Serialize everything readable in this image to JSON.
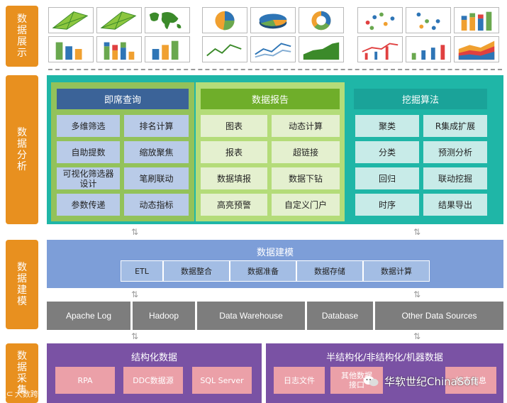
{
  "sections": {
    "display": "数据展示",
    "analysis": "数据分析",
    "modeling": "数据建模",
    "collection": "数据采集"
  },
  "display_thumbnails": [
    "radar-chart-icon",
    "radar-chart-icon",
    "world-map-icon",
    "pie-chart-icon",
    "pie-chart-3d-icon",
    "donut-chart-icon",
    "scatter-chart-icon",
    "bubble-chart-icon",
    "stacked-bar-3d-icon",
    "bar-chart-icon",
    "stacked-bar-chart-icon",
    "bar-3d-chart-icon",
    "line-chart-icon",
    "multi-line-chart-icon",
    "area-chart-icon",
    "line-bar-combo-icon",
    "dot-bar-combo-icon",
    "stacked-area-chart-icon"
  ],
  "query": {
    "title": "即席查询",
    "items": [
      "多维筛选",
      "排名计算",
      "自助提数",
      "缩放聚焦",
      "可视化筛选器设计",
      "笔刷联动",
      "参数传递",
      "动态指标"
    ]
  },
  "report": {
    "title": "数据报告",
    "items": [
      "图表",
      "动态计算",
      "报表",
      "超链接",
      "数据填报",
      "数据下钻",
      "高亮预警",
      "自定义门户"
    ]
  },
  "mining": {
    "title": "挖掘算法",
    "items": [
      "聚类",
      "R集成扩展",
      "分类",
      "预测分析",
      "回归",
      "联动挖掘",
      "时序",
      "结果导出"
    ]
  },
  "modeling": {
    "title": "数据建模",
    "items": [
      "ETL",
      "数据整合",
      "数据准备",
      "数据存储",
      "数据计算"
    ]
  },
  "sources": [
    "Apache Log",
    "Hadoop",
    "Data Warehouse",
    "Database",
    "Other Data Sources"
  ],
  "structured": {
    "title": "结构化数据",
    "items": [
      "RPA",
      "DDC数据源",
      "SQL Server"
    ]
  },
  "semi": {
    "title": "半结构化/非结构化/机器数据",
    "items": [
      "日志文件",
      "其他数据接口",
      "状态信息"
    ]
  },
  "arrow_glyph": "⇅",
  "watermarks": {
    "left": "大数跨境",
    "right": "华软世纪ChinaSoft"
  },
  "colors": {
    "section_label": "#e8901f",
    "query_header": "#3b6398",
    "report_header": "#6fae2a",
    "mining_header": "#1aa399",
    "modeling_band": "#7d9ed8",
    "source_box": "#7d7d7d",
    "collection_band": "#7a52a4",
    "collection_box": "#eba0a8"
  }
}
